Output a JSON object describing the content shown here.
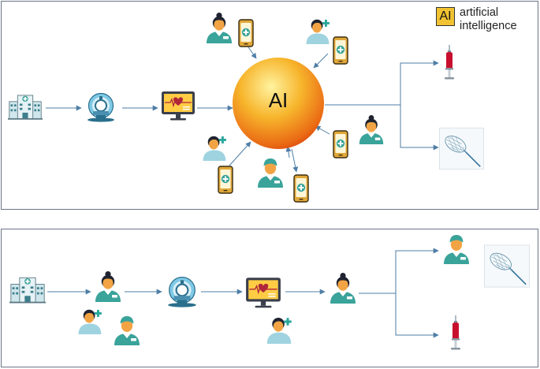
{
  "ai_node": {
    "label": "AI"
  },
  "legend": {
    "badge": "AI",
    "text_line1": "artificial",
    "text_line2": "intelligence"
  },
  "colors": {
    "frame": "#6b7585",
    "arrow": "#4e7ea6",
    "ai_sphere_center": "#fff3a0",
    "ai_sphere_edge": "#e03b0c",
    "legend_badge": "#f1c232",
    "person_skin": "#f2a444",
    "scrubs": "#3aa39a",
    "phone": "#e0a83a",
    "monitor_screen": "#ffcc44",
    "heart": "#b0263a",
    "syringe": "#c8102e"
  },
  "top_panel": {
    "flow": [
      "hospital-icon",
      "mri-scanner-icon",
      "heart-monitor-icon",
      "ai-node"
    ],
    "stakeholders": [
      "doctor-icon",
      "nurse-icon",
      "surgeon-icon",
      "patient-icon",
      "smartphone-icon"
    ],
    "outputs": [
      "syringe-icon",
      "sketch-image"
    ]
  },
  "bottom_panel": {
    "flow": [
      "hospital-icon",
      "doctor-icon",
      "mri-scanner-icon",
      "heart-monitor-icon",
      "doctor-icon"
    ],
    "stakeholders": [
      "patient-icon",
      "surgeon-icon",
      "patient-icon"
    ],
    "outputs": [
      "surgeon-icon",
      "sketch-image",
      "syringe-icon"
    ]
  }
}
